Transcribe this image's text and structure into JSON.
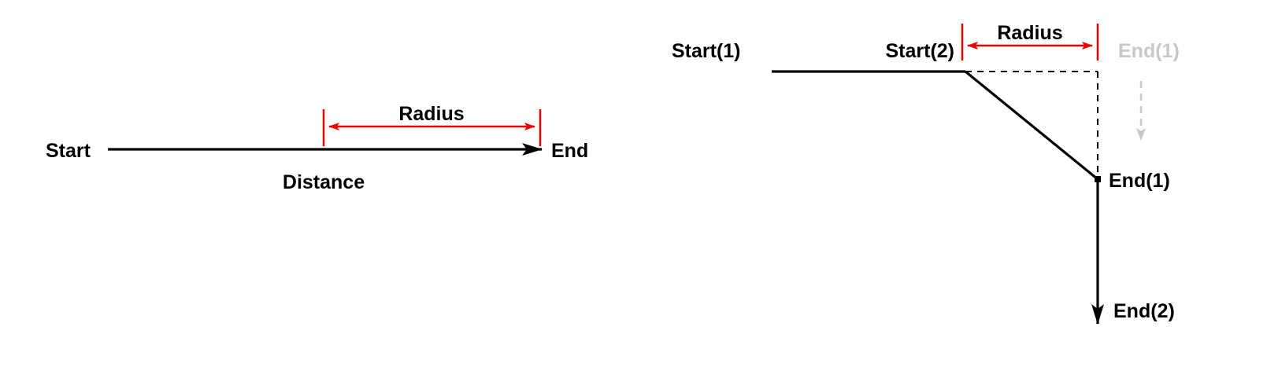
{
  "colors": {
    "line": "#000000",
    "accent_red": "#ee0000",
    "ghost_gray": "#c8c8c8",
    "background": "#ffffff"
  },
  "left_diagram": {
    "start_label": "Start",
    "end_label": "End",
    "radius_label": "Radius",
    "distance_label": "Distance"
  },
  "right_diagram": {
    "start1_label": "Start(1)",
    "start2_label": "Start(2)",
    "radius_label": "Radius",
    "end1_ghost_label": "End(1)",
    "end1_label": "End(1)",
    "end2_label": "End(2)"
  }
}
